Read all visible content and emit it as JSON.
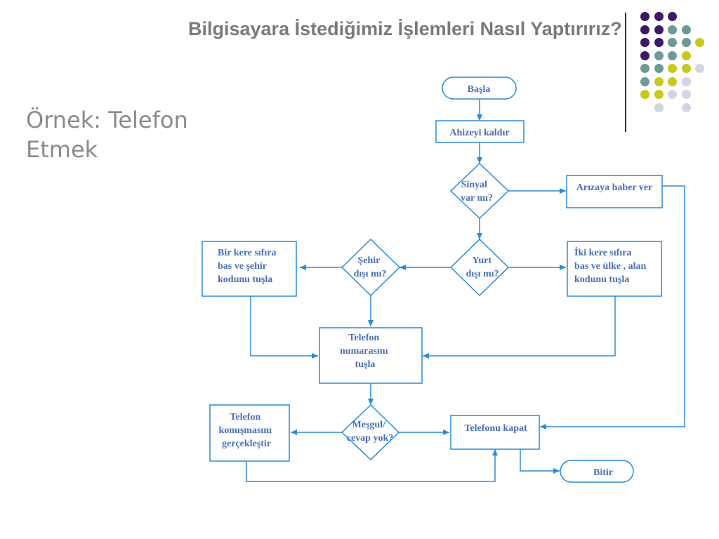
{
  "slide": {
    "title": "Bilgisayara İstediğimiz İşlemleri Nasıl Yaptırırız?",
    "subtitle_line1": "Örnek: Telefon",
    "subtitle_line2": "Etmek"
  },
  "decor": {
    "colors": {
      "purple": "#3d1a63",
      "teal": "#6b9a97",
      "lime": "#c8c81e",
      "lavender": "#d4d4e4"
    }
  },
  "flowchart": {
    "nodes": {
      "start": [
        "Başla"
      ],
      "lift": [
        "Ahizeyi kaldır"
      ],
      "signal": [
        "Sinyal",
        "var mı?"
      ],
      "report": [
        "Arızaya haber ver"
      ],
      "abroad": [
        "Yurt",
        "dışı mı?"
      ],
      "city": [
        "Şehir",
        "dışı mı?"
      ],
      "dial_once": [
        "Bir kere sıfıra",
        "bas ve şehir",
        "kodunu tuşla"
      ],
      "dial_twice": [
        "İki kere sıfıra",
        "bas ve ülke , alan",
        "kodunu tuşla"
      ],
      "dial_number": [
        "Telefon",
        "numarasını",
        "tuşla"
      ],
      "busy": [
        "Meşgul/",
        "cevap yok?"
      ],
      "talk": [
        "Telefon",
        "konuşmasını",
        "gerçekleştir"
      ],
      "hangup": [
        "Telefonu kapat"
      ],
      "end": [
        "Bitir"
      ]
    }
  }
}
